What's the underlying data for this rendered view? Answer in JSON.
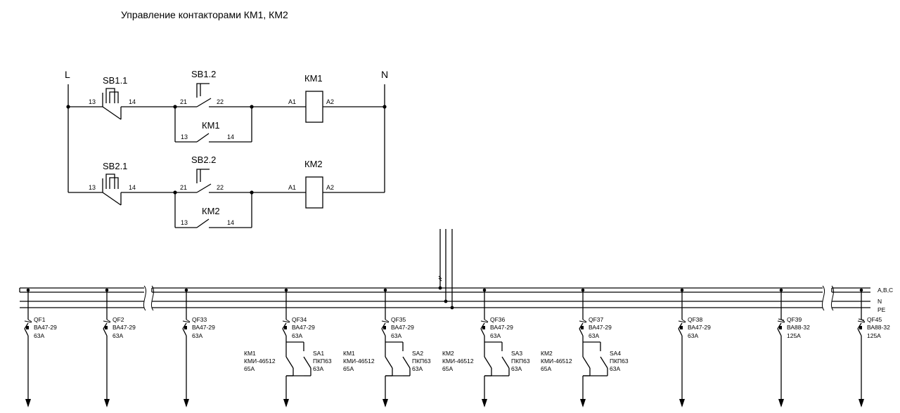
{
  "title": "Управление контакторами КМ1, КМ2",
  "control": {
    "phase": "L",
    "neutral": "N",
    "rows": [
      {
        "stop_button": "SB1.1",
        "start_button": "SB1.2",
        "coil": "КМ1",
        "aux_contact": "КМ1",
        "t_stop_in": "13",
        "t_stop_out": "14",
        "t_start_in": "21",
        "t_start_out": "22",
        "t_aux_in": "13",
        "t_aux_out": "14",
        "t_coil_a1": "A1",
        "t_coil_a2": "A2"
      },
      {
        "stop_button": "SB2.1",
        "start_button": "SB2.2",
        "coil": "КМ2",
        "aux_contact": "КМ2",
        "t_stop_in": "13",
        "t_stop_out": "14",
        "t_start_in": "21",
        "t_start_out": "22",
        "t_aux_in": "13",
        "t_aux_out": "14",
        "t_coil_a1": "A1",
        "t_coil_a2": "A2"
      }
    ]
  },
  "bus": {
    "labels": [
      "A,B,C",
      "N",
      "PE"
    ]
  },
  "feeders": [
    {
      "name": "QF1",
      "model": "ВА47-29",
      "rating": "63А"
    },
    {
      "name": "QF2",
      "model": "ВА47-29",
      "rating": "63А"
    },
    {
      "name": "QF33",
      "model": "ВА47-29",
      "rating": "63А"
    },
    {
      "name": "QF34",
      "model": "ВА47-29",
      "rating": "63А",
      "contactor": {
        "name": "КМ1",
        "model": "КМИ-46512",
        "rating": "65А"
      },
      "switch": {
        "name": "SA1",
        "model": "ПКП63",
        "rating": "63А"
      }
    },
    {
      "name": "QF35",
      "model": "ВА47-29",
      "rating": "63А",
      "contactor": {
        "name": "КМ1",
        "model": "КМИ-46512",
        "rating": "65А"
      },
      "switch": {
        "name": "SA2",
        "model": "ПКП63",
        "rating": "63А"
      }
    },
    {
      "name": "QF36",
      "model": "ВА47-29",
      "rating": "63А",
      "contactor": {
        "name": "КМ2",
        "model": "КМИ-46512",
        "rating": "65А"
      },
      "switch": {
        "name": "SA3",
        "model": "ПКП63",
        "rating": "63А"
      }
    },
    {
      "name": "QF37",
      "model": "ВА47-29",
      "rating": "63А",
      "contactor": {
        "name": "КМ2",
        "model": "КМИ-46512",
        "rating": "65А"
      },
      "switch": {
        "name": "SA4",
        "model": "ПКП63",
        "rating": "63А"
      }
    },
    {
      "name": "QF38",
      "model": "ВА47-29",
      "rating": "63А"
    },
    {
      "name": "QF39",
      "model": "ВА88-32",
      "rating": "125А"
    },
    {
      "name": "QF45",
      "model": "ВА88-32",
      "rating": "125А"
    }
  ]
}
